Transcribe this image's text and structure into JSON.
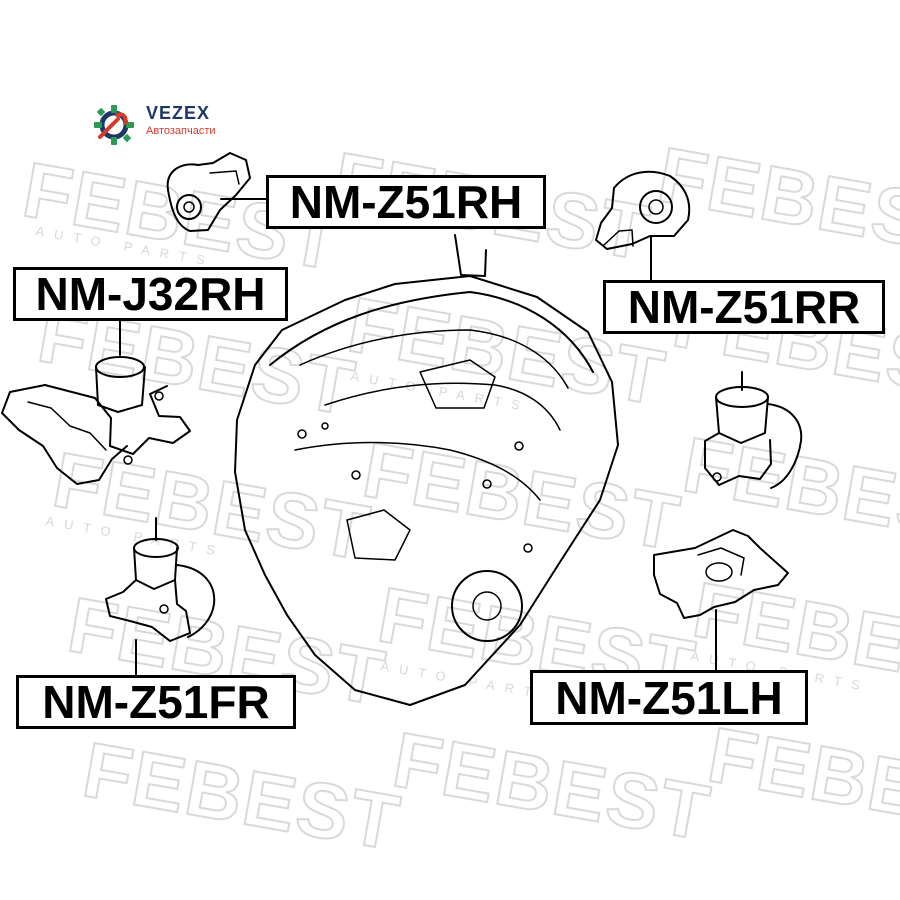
{
  "logo": {
    "brand": "VEZEX",
    "subtitle": "Автозапчасти"
  },
  "watermark": {
    "word": "FEBEST",
    "tagline": "AUTO PARTS"
  },
  "labels": {
    "nm_z51rh": "NM-Z51RH",
    "nm_j32rh": "NM-J32RH",
    "nm_z51rr": "NM-Z51RR",
    "nm_z51fr": "NM-Z51FR",
    "nm_z51lh": "NM-Z51LH"
  },
  "colors": {
    "logo_blue": "#1f3766",
    "logo_red": "#d63b2a",
    "watermark_gray": "#d9d9d9"
  }
}
